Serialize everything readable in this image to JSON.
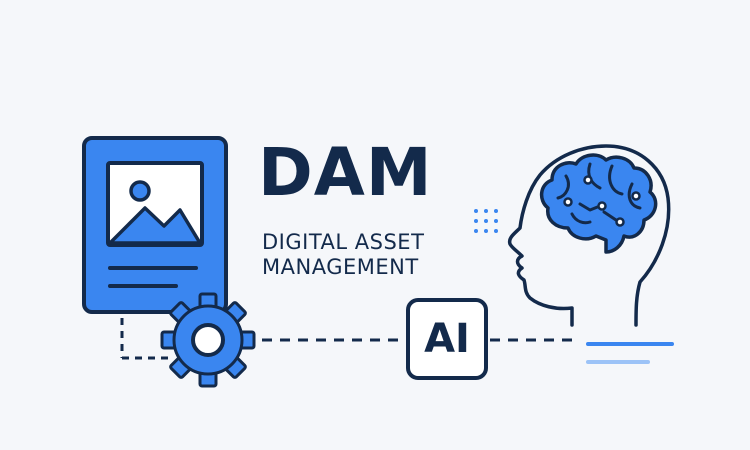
{
  "heading": {
    "title": "DAM",
    "subtitle_line1": "DIGITAL ASSET",
    "subtitle_line2": "MANAGEMENT"
  },
  "ai_badge": {
    "label": "AI"
  },
  "icons": {
    "document": "document-image-icon",
    "gear": "gear-icon",
    "brain": "brain-icon",
    "head": "human-head-profile-icon",
    "dots": "dot-grid-icon"
  },
  "colors": {
    "background": "#f5f7fa",
    "primary_blue": "#3a86f0",
    "navy": "#132a4b",
    "light_blue": "#9cc3f7",
    "white": "#ffffff"
  }
}
